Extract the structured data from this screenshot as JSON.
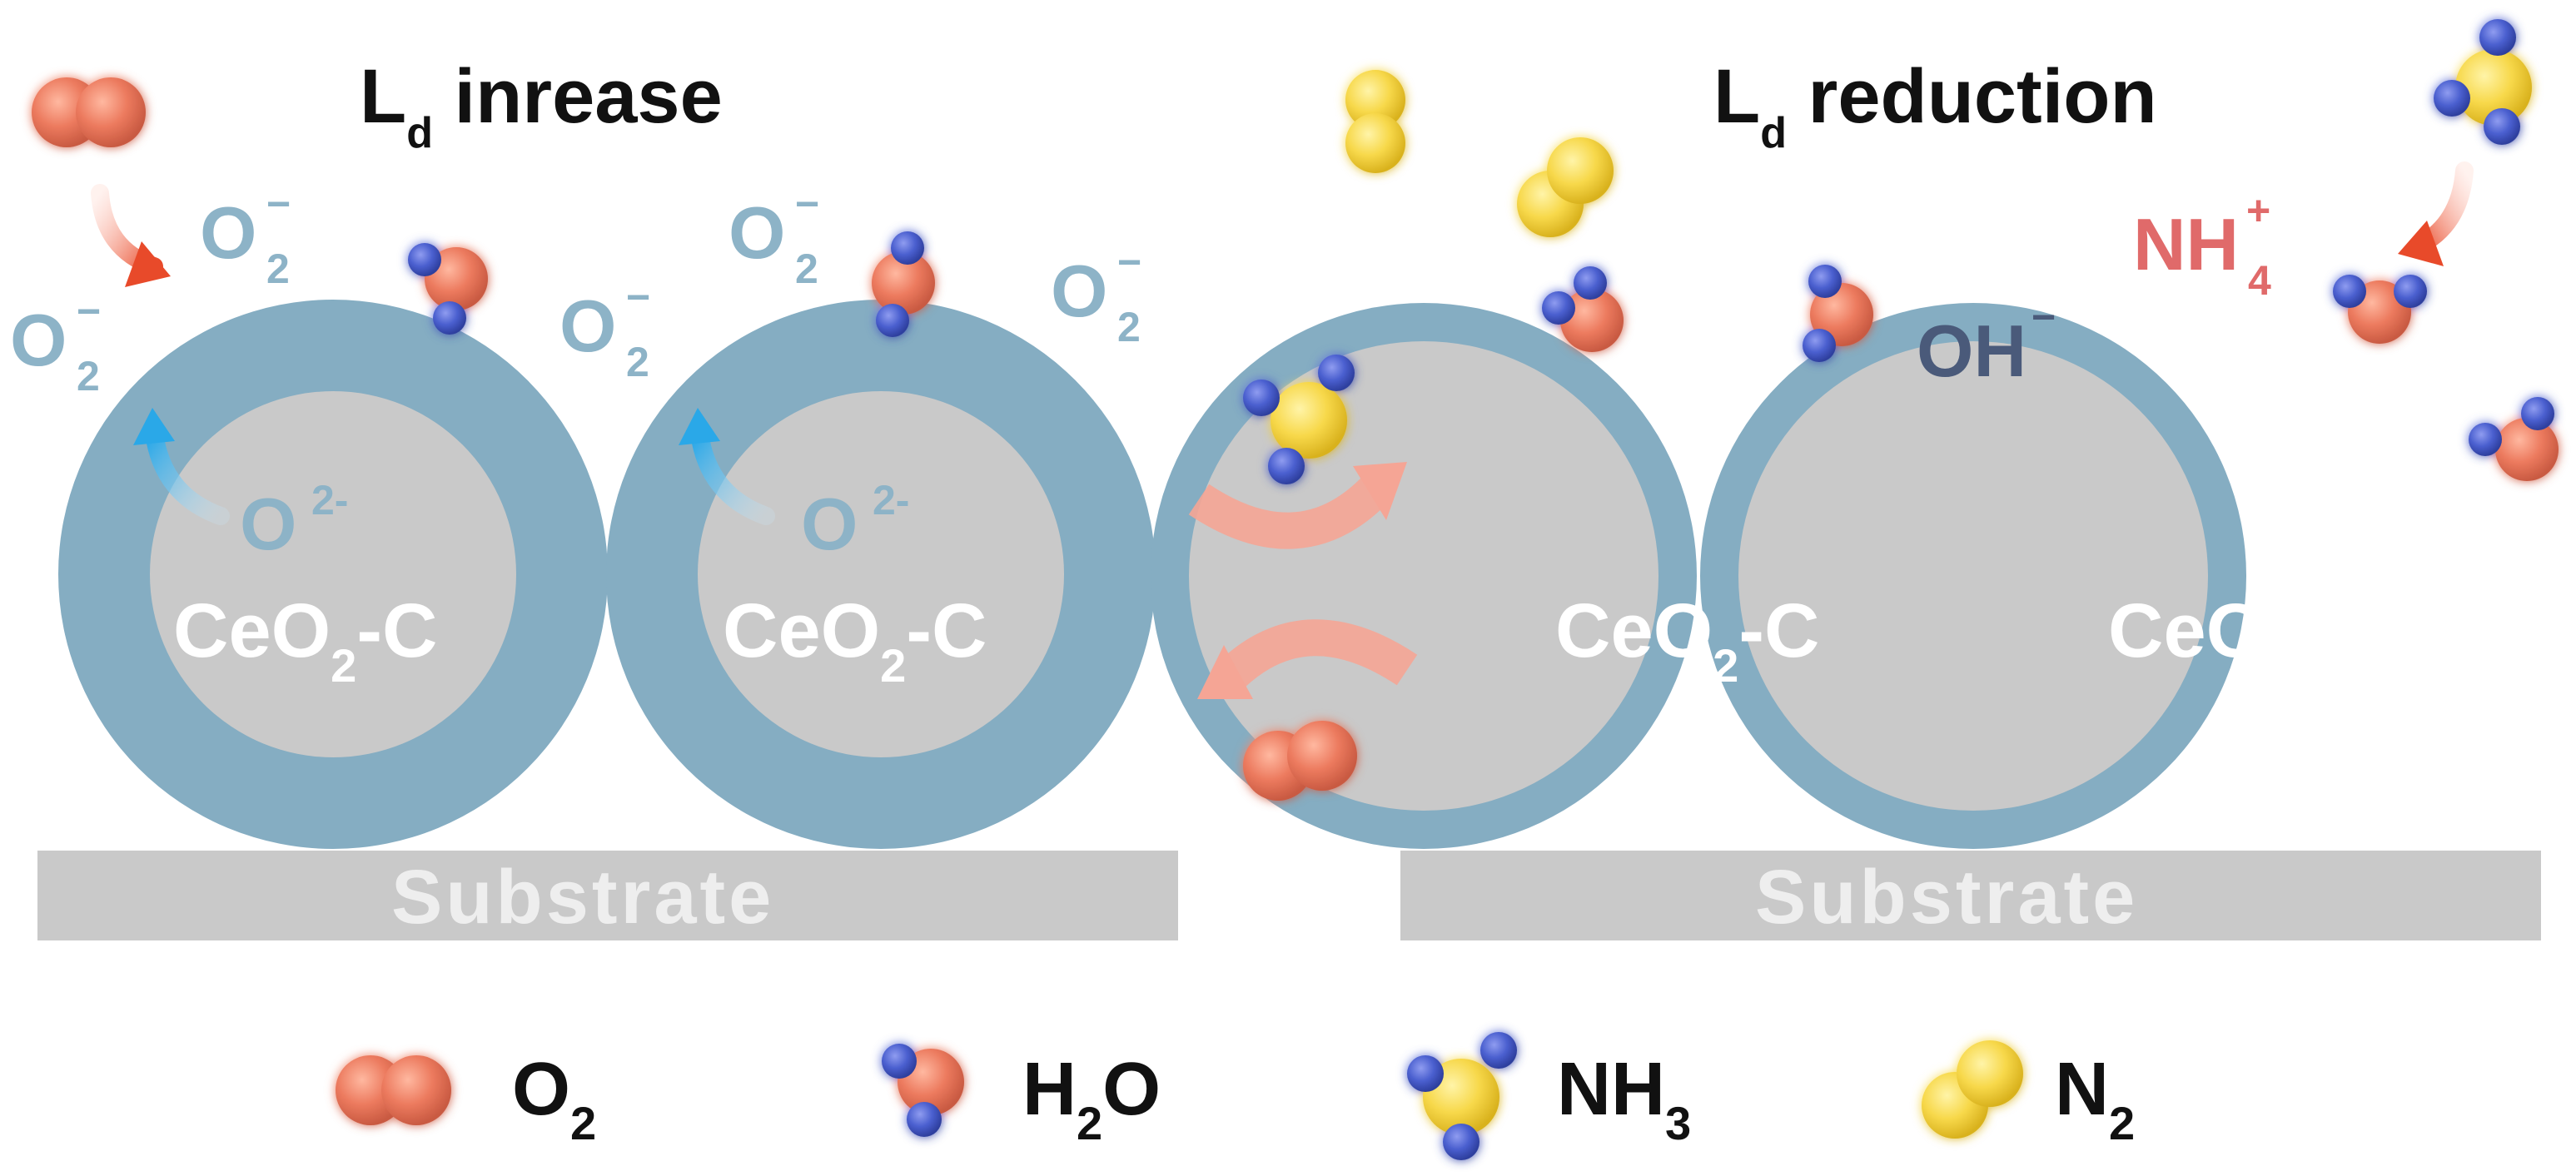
{
  "left_panel": {
    "title": {
      "main": "L",
      "sub": "d",
      "rest": " inrease"
    },
    "ion_superoxide": {
      "main": "O",
      "sub": "2",
      "sup": "−"
    },
    "ion_oxide": {
      "main": "O",
      "sup": "2-"
    },
    "core_label": {
      "pre": "CeO",
      "sub": "2",
      "post": "-C"
    },
    "substrate": "Substrate"
  },
  "right_panel": {
    "title": {
      "main": "L",
      "sub": "d",
      "rest": " reduction"
    },
    "ion_hydroxide": {
      "main": "OH",
      "sup": "−"
    },
    "ion_ammonium": {
      "main": "NH",
      "sub": "4",
      "sup": "+"
    },
    "core_label": {
      "pre": "CeO",
      "sub": "2",
      "post": "-C"
    },
    "substrate": "Substrate"
  },
  "legend": [
    {
      "main": "O",
      "sub": "2",
      "post": "",
      "icon": "o2-molecule"
    },
    {
      "main": "H",
      "sub": "2",
      "post": "O",
      "icon": "h2o-molecule"
    },
    {
      "main": "NH",
      "sub": "3",
      "post": "",
      "icon": "nh3-molecule"
    },
    {
      "main": "N",
      "sub": "2",
      "post": "",
      "icon": "n2-molecule"
    }
  ],
  "colors": {
    "shell": "#85adc2",
    "core": "#c9c9c9",
    "substrate": "#c9c9c9",
    "oxygen_atom": "#e8745a",
    "nitrogen_atom": "#4a5fcf",
    "n2_atom": "#f5d64a",
    "ion_light": "#8db3c7",
    "ion_dark": "#4a5a7a",
    "ammonium": "#e06a6a",
    "reaction_arrow": "#f08a7a",
    "flow_arrow_red": "#e84a2a",
    "flow_arrow_blue": "#4ab0e8"
  }
}
